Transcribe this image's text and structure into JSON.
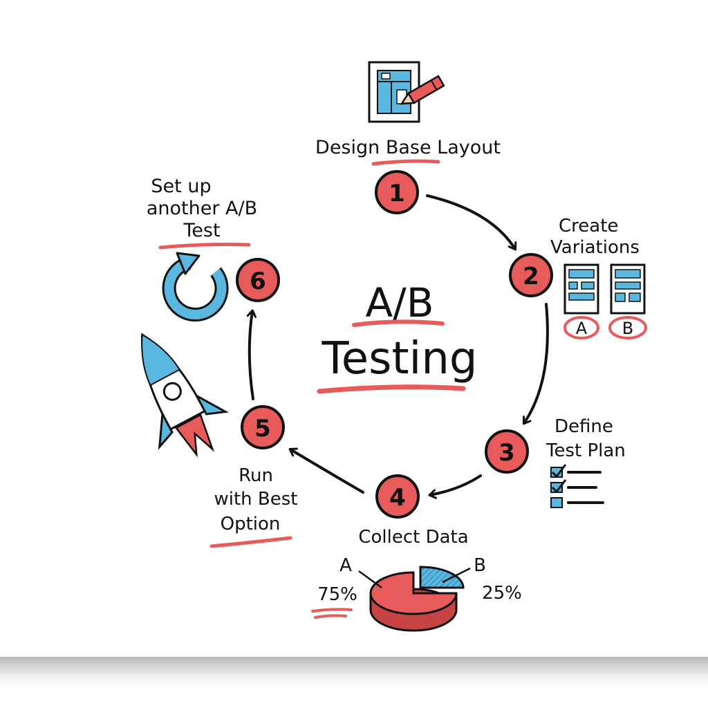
{
  "diagram": {
    "title_line1": "A/B",
    "title_line2": "Testing",
    "accent_color": "#e85b5b",
    "ink_color": "#111111",
    "icon_blue": "#5ab8e0",
    "steps": [
      {
        "number": "1",
        "lines": [
          "Design Base Layout"
        ]
      },
      {
        "number": "2",
        "lines": [
          "Create",
          "Variations"
        ]
      },
      {
        "number": "3",
        "lines": [
          "Define",
          "Test Plan"
        ]
      },
      {
        "number": "4",
        "lines": [
          "Collect Data"
        ]
      },
      {
        "number": "5",
        "lines": [
          "Run",
          "with Best",
          "Option"
        ]
      },
      {
        "number": "6",
        "lines": [
          "Set up",
          "another A/B",
          "Test"
        ]
      }
    ],
    "variations": {
      "a": "A",
      "b": "B"
    },
    "pie": {
      "a_label": "A",
      "a_value": "75%",
      "b_label": "B",
      "b_value": "25%",
      "a_share": 75,
      "b_share": 25
    },
    "icons": [
      "layout-pencil-icon",
      "variation-a-icon",
      "variation-b-icon",
      "checklist-icon",
      "pie-chart-icon",
      "rocket-icon",
      "refresh-arrow-icon"
    ]
  }
}
